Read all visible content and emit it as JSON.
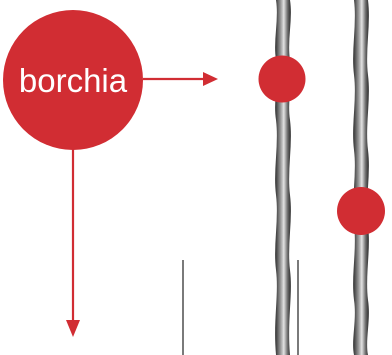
{
  "title_circle_label": "borchia",
  "colors": {
    "accent_red": "#d12d33",
    "rod_dark": "#3f3f3f",
    "rod_light": "#d8d8d8",
    "thin_line": "#222222",
    "background": "#ffffff"
  },
  "elements": {
    "main_circle": "red-circle",
    "arrow_right": "arrow",
    "arrow_down": "arrow",
    "rod_left": "twisted-steel-rod",
    "rod_right": "twisted-steel-rod",
    "bead_upper": "red-circle-on-rod",
    "bead_lower": "red-circle-on-rod"
  }
}
